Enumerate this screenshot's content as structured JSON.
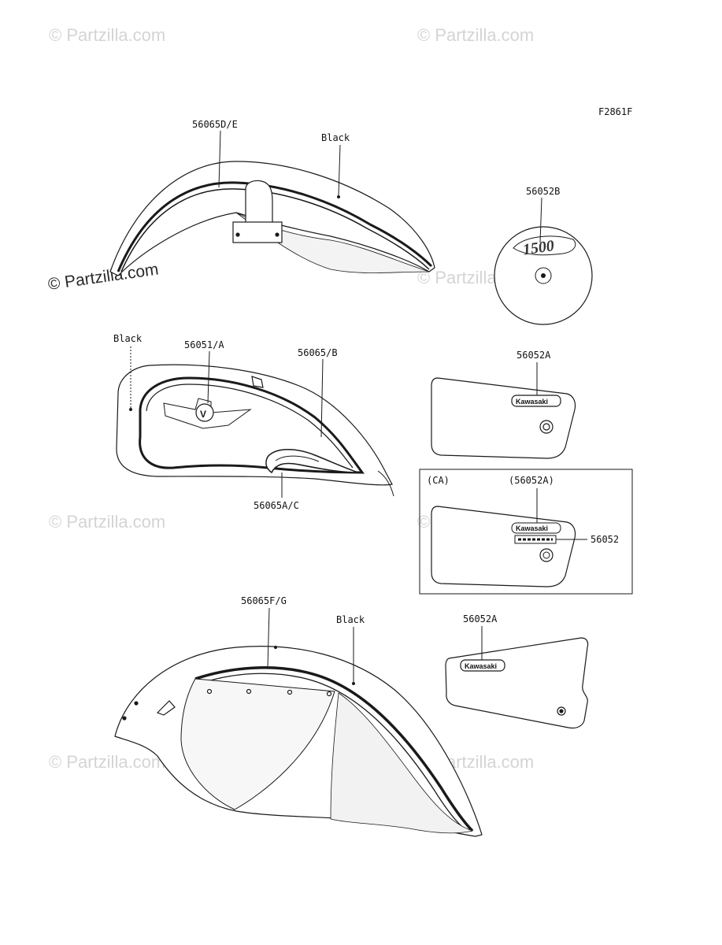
{
  "figure_code": "F2861F",
  "watermark": "© Partzilla.com",
  "labels": {
    "rear_fender_stripe": "56065D/E",
    "rear_fender_black": "Black",
    "emblem_round": "56052B",
    "emblem_round_text": "1500",
    "tank_emblem": "56051/A",
    "tank_black": "Black",
    "tank_stripe_upper": "56065/B",
    "tank_stripe_lower": "56065A/C",
    "side_cover_emblem": "56052A",
    "ca_title": "(CA)",
    "ca_emblem": "(56052A)",
    "ca_extra": "56052",
    "front_fender_stripe": "56065F/G",
    "front_fender_black": "Black",
    "side_cover_emblem_2": "56052A",
    "kawasaki_badge": "Kawasaki"
  },
  "colors": {
    "line": "#1a1a1a",
    "watermark": "#d4d4d4"
  }
}
